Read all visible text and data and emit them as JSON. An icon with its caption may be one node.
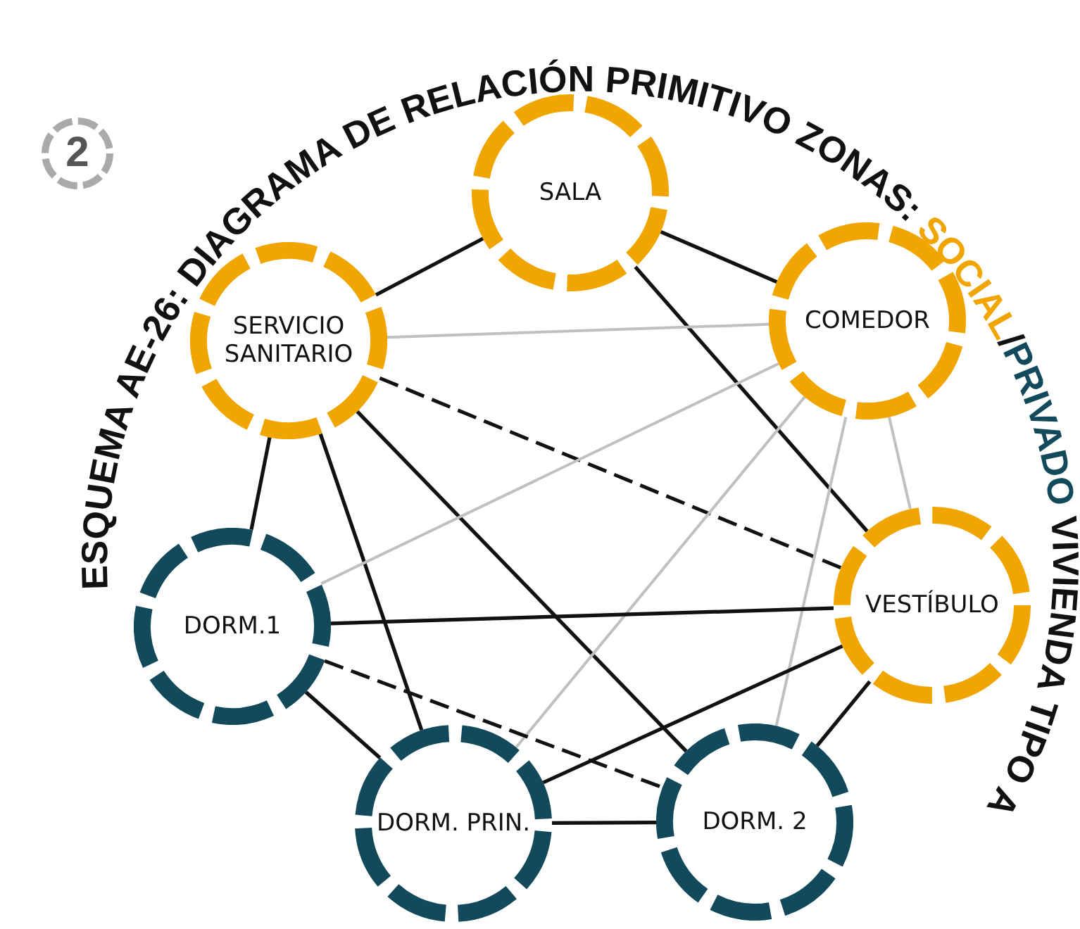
{
  "diagram": {
    "title": "ESQUEMA AE-26: DIAGRAMA DE RELACIÓN PRIMITIVO ZONAS:",
    "nodes": [
      {
        "text": [
          "SALA"
        ]
      },
      {
        "text": [
          "SERVICIO SANITARIO"
        ]
      },
      {
        "text": [
          "COMEDOR"
        ]
      },
      {
        "text": [
          "VESTÍBULO"
        ]
      },
      {
        "text": [
          "DORM.1"
        ]
      },
      {
        "text": [
          "DORM. PRIN."
        ]
      },
      {
        "text": [
          "DORM. 2"
        ]
      }
    ],
    "edges": [
      {
        "from": 0,
        "to": 1,
        "arrow": "none"
      },
      {
        "from": 0,
        "to": 2,
        "arrow": "none"
      },
      {
        "from": 0,
        "to": 3,
        "arrow": "none"
      },
      {
        "from": 1,
        "to": 4,
        "arrow": "none"
      },
      {
        "from": 1,
        "to": 2,
        "arrow": "none",
        "color": "#c0c0c0"
      },
      {
        "from": 1,
        "to": 3,
        "arrow": "none",
        "style": "dashed"
      },
      {
        "from": 1,
        "to": 5,
        "arrow": "none"
      },
      {
        "from": 1,
        "to": 6,
        "arrow": "none"
      },
      {
        "from": 2,
        "to": 4,
        "arrow": "none",
        "color": "#c0c0c0"
      },
      {
        "from": 2,
        "to": 5,
        "arrow": "none",
        "color": "#c0c0c0"
      },
      {
        "from": 2,
        "to": 6,
        "arrow": "none",
        "color": "#c0c0c0"
      },
      {
        "from": 2,
        "to": 3,
        "arrow": "none",
        "color": "#c0c0c0"
      },
      {
        "from": 3,
        "to": 4,
        "arrow": "none"
      },
      {
        "from": 3,
        "to": 5,
        "arrow": "none"
      },
      {
        "from": 3,
        "to": 6,
        "arrow": "none"
      },
      {
        "from": 4,
        "to": 6,
        "arrow": "none",
        "style": "dashed"
      },
      {
        "from": 4,
        "to": 5,
        "arrow": "none"
      },
      {
        "from": 5,
        "to": 6,
        "arrow": "none"
      }
    ],
    "labels": [
      "/",
      "VIVIENDA TIPO A",
      "2"
    ],
    "legend": [
      {
        "text": "SOCIAL",
        "color": "#f0a500"
      },
      {
        "text": "PRIVADO",
        "color": "#124a5c"
      }
    ]
  }
}
